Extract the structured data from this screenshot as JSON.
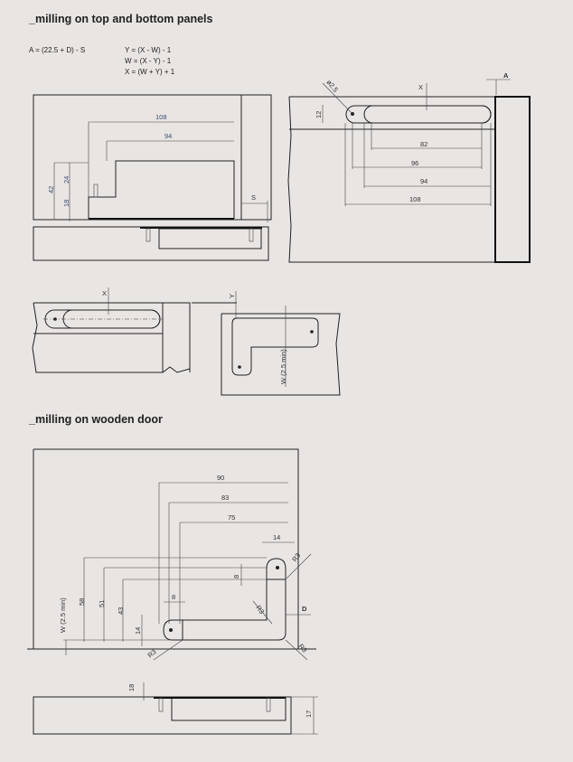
{
  "sections": {
    "top_title": "_milling on top and bottom panels",
    "door_title": "_milling on wooden door"
  },
  "formulas": {
    "a": "A = (22.5 + D) - S",
    "y": "Y = (X - W) - 1",
    "w": "W = (X - Y) - 1",
    "x": "X = (W + Y) + 1"
  },
  "section_view": {
    "d108": "108",
    "d94": "94",
    "d24": "24",
    "d42": "42",
    "d18": "18",
    "s": "S"
  },
  "plan_view": {
    "dia": "ø2.5",
    "h12": "12",
    "x": "X",
    "a": "A",
    "d82": "82",
    "d96": "96",
    "d94": "94",
    "d108": "108"
  },
  "slot_view": {
    "x": "X"
  },
  "l_view": {
    "y": "Y",
    "w": "W (2.5 min)"
  },
  "door": {
    "d90": "90",
    "d83": "83",
    "d75": "75",
    "d14": "14",
    "d8a": "8",
    "d8b": "8",
    "d58": "58",
    "d51": "51",
    "d43": "43",
    "d14b": "14",
    "w": "W (2.5 min)",
    "r1": "R3",
    "r2": "R3",
    "r3": "R3",
    "r4": "R3",
    "d": "D"
  },
  "door_section": {
    "d18": "18",
    "d17": "17"
  }
}
